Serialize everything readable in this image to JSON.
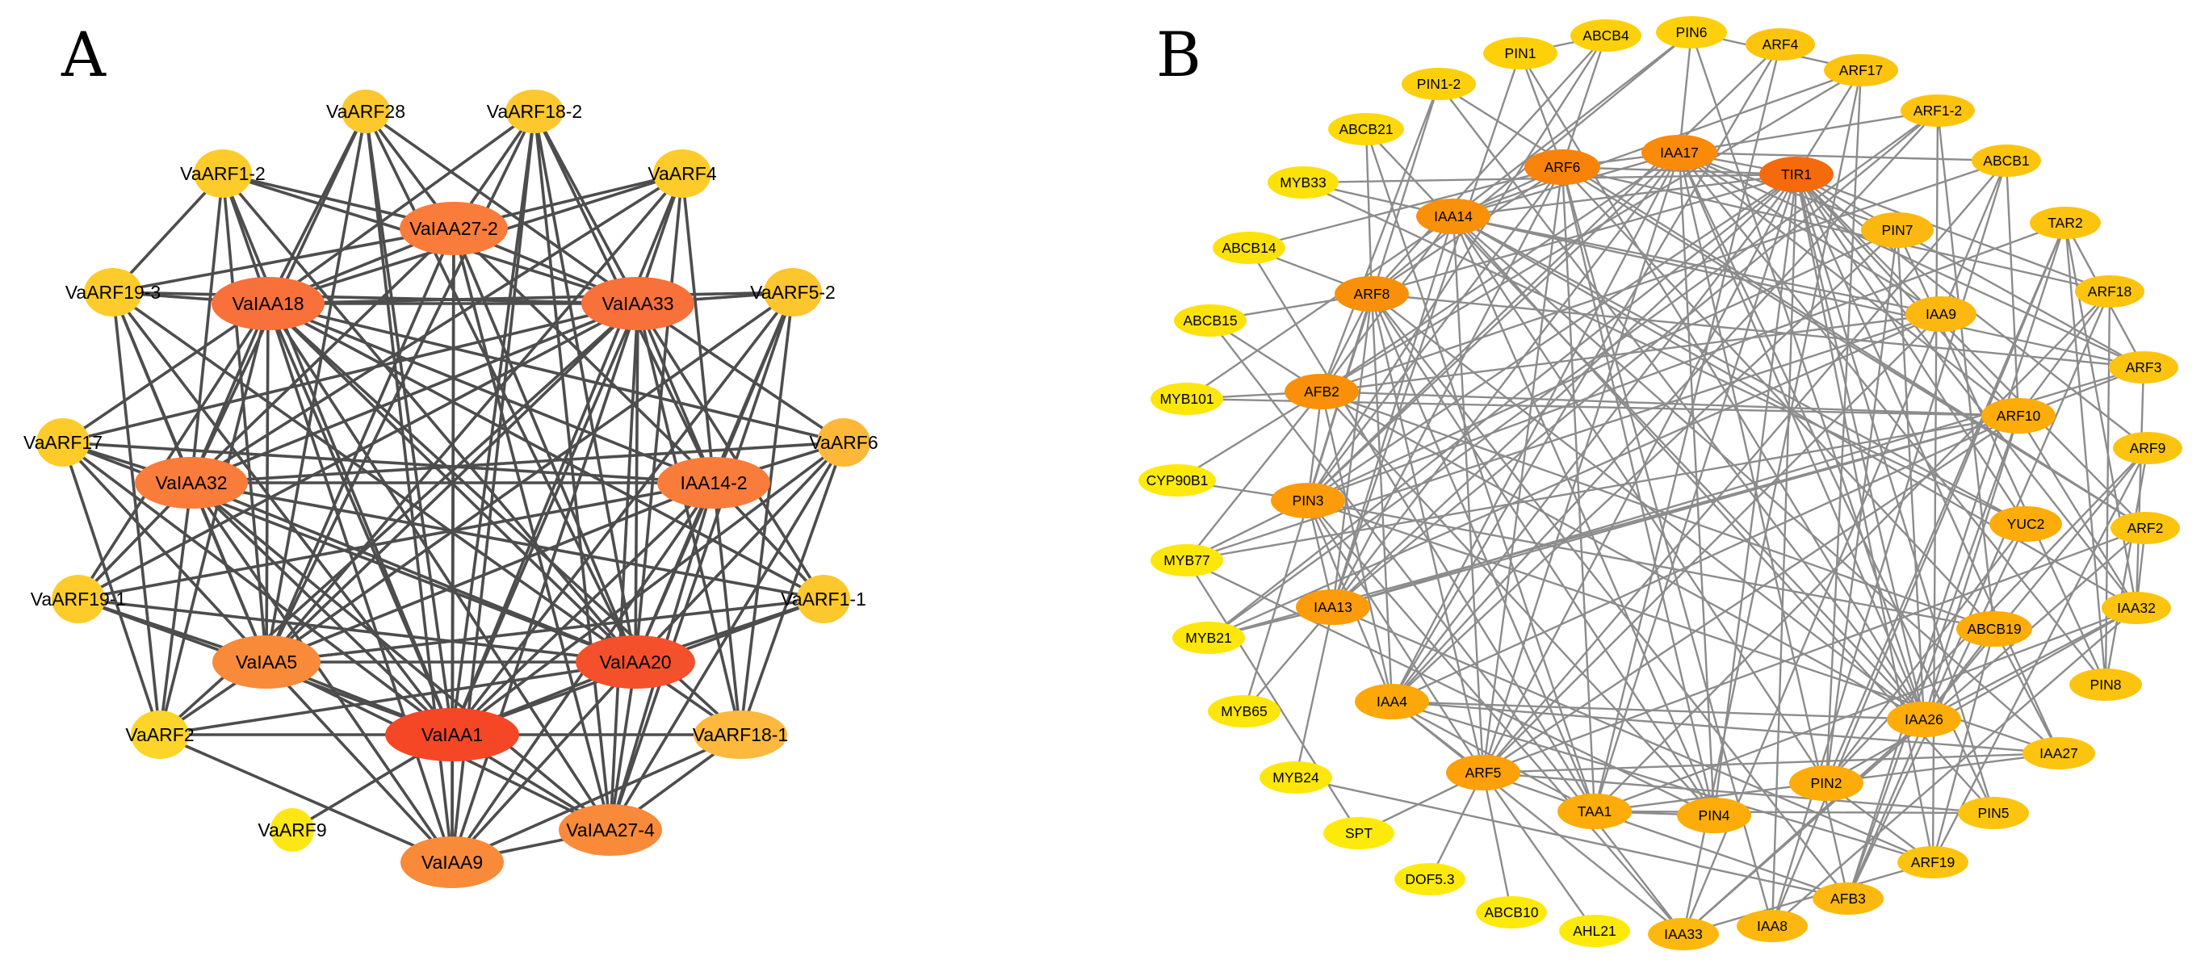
{
  "panel_a": {
    "letter": "A",
    "nodes": [
      {
        "id": "VaARF28",
        "label": "VaARF28",
        "color": "#fdc82e"
      },
      {
        "id": "VaARF18-2",
        "label": "VaARF18-2",
        "color": "#fdc82e"
      },
      {
        "id": "VaARF1-2",
        "label": "VaARF1-2",
        "color": "#fdcc2a"
      },
      {
        "id": "VaARF4",
        "label": "VaARF4",
        "color": "#fdcc2a"
      },
      {
        "id": "VaIAA27-2",
        "label": "VaIAA27-2",
        "color": "#f97c3a"
      },
      {
        "id": "VaARF19-3",
        "label": "VaARF19-3",
        "color": "#fdcc2a"
      },
      {
        "id": "VaIAA18",
        "label": "VaIAA18",
        "color": "#f8703a"
      },
      {
        "id": "VaIAA33",
        "label": "VaIAA33",
        "color": "#f8703a"
      },
      {
        "id": "VaARF5-2",
        "label": "VaARF5-2",
        "color": "#fdc52e"
      },
      {
        "id": "VaARF17",
        "label": "VaARF17",
        "color": "#fdcc2a"
      },
      {
        "id": "VaIAA32",
        "label": "VaIAA32",
        "color": "#f97c3a"
      },
      {
        "id": "IAA14-2",
        "label": "IAA14-2",
        "color": "#f97c3a"
      },
      {
        "id": "VaARF6",
        "label": "VaARF6",
        "color": "#fdb83a"
      },
      {
        "id": "VaARF19-1",
        "label": "VaARF19-1",
        "color": "#fdcc2a"
      },
      {
        "id": "VaARF1-1",
        "label": "VaARF1-1",
        "color": "#fdc82e"
      },
      {
        "id": "VaIAA5",
        "label": "VaIAA5",
        "color": "#f98a3a"
      },
      {
        "id": "VaIAA20",
        "label": "VaIAA20",
        "color": "#f5502c"
      },
      {
        "id": "VaARF2",
        "label": "VaARF2",
        "color": "#fdd52a"
      },
      {
        "id": "VaIAA1",
        "label": "VaIAA1",
        "color": "#f54626"
      },
      {
        "id": "VaARF18-1",
        "label": "VaARF18-1",
        "color": "#fdb83e"
      },
      {
        "id": "VaARF9",
        "label": "VaARF9",
        "color": "#fde615"
      },
      {
        "id": "VaIAA9",
        "label": "VaIAA9",
        "color": "#f98a3a"
      },
      {
        "id": "VaIAA27-4",
        "label": "VaIAA27-4",
        "color": "#f98a3a"
      }
    ]
  },
  "panel_b": {
    "letter": "B",
    "nodes": [
      {
        "id": "PIN1",
        "label": "PIN1",
        "color": "#fdd00a"
      },
      {
        "id": "ABCB4",
        "label": "ABCB4",
        "color": "#fdd00a"
      },
      {
        "id": "PIN6",
        "label": "PIN6",
        "color": "#fdd00a"
      },
      {
        "id": "ARF4",
        "label": "ARF4",
        "color": "#fdc40f"
      },
      {
        "id": "ARF17",
        "label": "ARF17",
        "color": "#fdc40f"
      },
      {
        "id": "PIN1-2",
        "label": "PIN1-2",
        "color": "#fdd00a"
      },
      {
        "id": "ARF1-2",
        "label": "ARF1-2",
        "color": "#fdc40f"
      },
      {
        "id": "ABCB21",
        "label": "ABCB21",
        "color": "#fdd80a"
      },
      {
        "id": "IAA17",
        "label": "IAA17",
        "color": "#f98a0a"
      },
      {
        "id": "ARF6",
        "label": "ARF6",
        "color": "#f9820a"
      },
      {
        "id": "TIR1",
        "label": "TIR1",
        "color": "#f56a0a"
      },
      {
        "id": "ABCB1",
        "label": "ABCB1",
        "color": "#fdc40f"
      },
      {
        "id": "MYB33",
        "label": "MYB33",
        "color": "#fde10a"
      },
      {
        "id": "IAA14",
        "label": "IAA14",
        "color": "#f9900a"
      },
      {
        "id": "PIN7",
        "label": "PIN7",
        "color": "#fdb80f"
      },
      {
        "id": "TAR2",
        "label": "TAR2",
        "color": "#fdc40f"
      },
      {
        "id": "ABCB14",
        "label": "ABCB14",
        "color": "#fde10a"
      },
      {
        "id": "ARF8",
        "label": "ARF8",
        "color": "#f9900a"
      },
      {
        "id": "ARF18",
        "label": "ARF18",
        "color": "#fdc40f"
      },
      {
        "id": "IAA9",
        "label": "IAA9",
        "color": "#fdb80f"
      },
      {
        "id": "ABCB15",
        "label": "ABCB15",
        "color": "#fde10a"
      },
      {
        "id": "ARF3",
        "label": "ARF3",
        "color": "#fdc40f"
      },
      {
        "id": "MYB101",
        "label": "MYB101",
        "color": "#fde60a"
      },
      {
        "id": "AFB2",
        "label": "AFB2",
        "color": "#f9900a"
      },
      {
        "id": "ARF10",
        "label": "ARF10",
        "color": "#fdac0a"
      },
      {
        "id": "ARF9",
        "label": "ARF9",
        "color": "#fdc40f"
      },
      {
        "id": "CYP90B1",
        "label": "CYP90B1",
        "color": "#fdea0a"
      },
      {
        "id": "PIN3",
        "label": "PIN3",
        "color": "#fd9c0a"
      },
      {
        "id": "YUC2",
        "label": "YUC2",
        "color": "#fdac0a"
      },
      {
        "id": "ARF2",
        "label": "ARF2",
        "color": "#fdc40f"
      },
      {
        "id": "MYB77",
        "label": "MYB77",
        "color": "#fde60a"
      },
      {
        "id": "IAA13",
        "label": "IAA13",
        "color": "#fd9c0a"
      },
      {
        "id": "IAA32",
        "label": "IAA32",
        "color": "#fdc40f"
      },
      {
        "id": "ABCB19",
        "label": "ABCB19",
        "color": "#fdac0a"
      },
      {
        "id": "MYB21",
        "label": "MYB21",
        "color": "#fde60a"
      },
      {
        "id": "PIN8",
        "label": "PIN8",
        "color": "#fdc40f"
      },
      {
        "id": "IAA4",
        "label": "IAA4",
        "color": "#fda80a"
      },
      {
        "id": "MYB65",
        "label": "MYB65",
        "color": "#fde60a"
      },
      {
        "id": "IAA26",
        "label": "IAA26",
        "color": "#fdac0a"
      },
      {
        "id": "IAA27",
        "label": "IAA27",
        "color": "#fdc40f"
      },
      {
        "id": "ARF5",
        "label": "ARF5",
        "color": "#fda00a"
      },
      {
        "id": "MYB24",
        "label": "MYB24",
        "color": "#fde60a"
      },
      {
        "id": "PIN2",
        "label": "PIN2",
        "color": "#fdac0a"
      },
      {
        "id": "TAA1",
        "label": "TAA1",
        "color": "#fdac0a"
      },
      {
        "id": "PIN4",
        "label": "PIN4",
        "color": "#fdac0a"
      },
      {
        "id": "PIN5",
        "label": "PIN5",
        "color": "#fdc40f"
      },
      {
        "id": "SPT",
        "label": "SPT",
        "color": "#fdea0a"
      },
      {
        "id": "ARF19",
        "label": "ARF19",
        "color": "#fdc40f"
      },
      {
        "id": "DOF5.3",
        "label": "DOF5.3",
        "color": "#fdea0a"
      },
      {
        "id": "AFB3",
        "label": "AFB3",
        "color": "#fdb80f"
      },
      {
        "id": "ABCB10",
        "label": "ABCB10",
        "color": "#fdea0a"
      },
      {
        "id": "AHL21",
        "label": "AHL21",
        "color": "#fdea0a"
      },
      {
        "id": "IAA8",
        "label": "IAA8",
        "color": "#fdb80f"
      },
      {
        "id": "IAA33",
        "label": "IAA33",
        "color": "#fdb80f"
      }
    ]
  }
}
